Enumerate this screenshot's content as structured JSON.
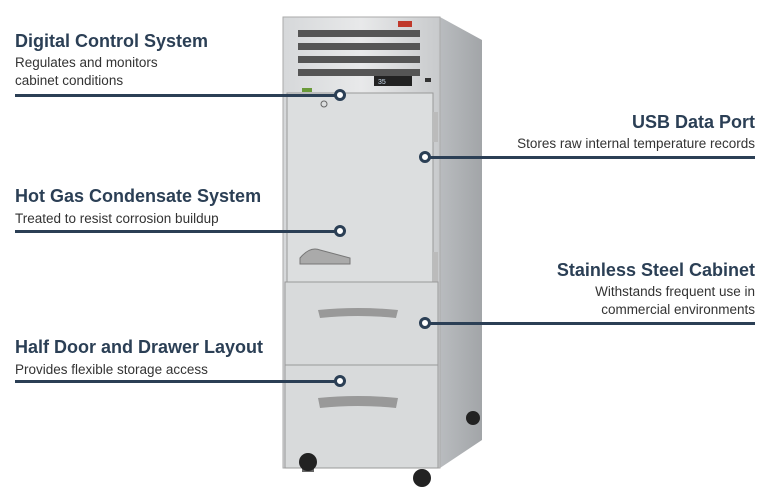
{
  "callouts": [
    {
      "title": "Digital Control System",
      "lines": [
        "Regulates and monitors",
        "cabinet conditions"
      ]
    },
    {
      "title": "USB Data Port",
      "lines": [
        "Stores raw internal temperature records"
      ]
    },
    {
      "title": "Hot Gas Condensate System",
      "lines": [
        "Treated to resist corrosion buildup"
      ]
    },
    {
      "title": "Stainless Steel Cabinet",
      "lines": [
        "Withstands frequent use in",
        "commercial environments"
      ]
    },
    {
      "title": "Half Door and Drawer Layout",
      "lines": [
        "Provides flexible storage access"
      ]
    }
  ],
  "product": {
    "display_reading": "35"
  },
  "colors": {
    "accent": "#2b3f55",
    "steel": "#c9cccf"
  }
}
